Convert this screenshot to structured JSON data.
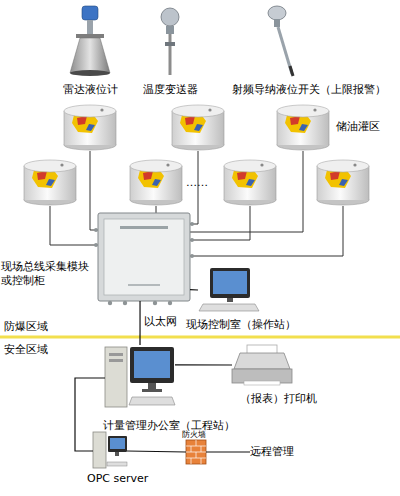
{
  "diagram": {
    "nodes": [
      {
        "text": [
          "雷达液位计"
        ]
      },
      {
        "text": [
          "温度变送器"
        ]
      },
      {
        "text": [
          "射频导纳液位开关（上限报警）"
        ]
      },
      {
        "text": [
          "现场总线采集模块 或控制柜"
        ]
      },
      {
        "text": [
          "现场控制室（操作站）"
        ]
      },
      {
        "text": [
          "计量管理办公室（工程站）"
        ]
      },
      {
        "text": [
          "（报表）打印机"
        ]
      },
      {
        "text": [
          "OPC server"
        ]
      },
      {
        "text": [
          "防火墙"
        ]
      },
      {
        "text": [
          "远程管理"
        ]
      }
    ],
    "edges": [
      {
        "from": 3,
        "to": 4,
        "arrow": "none"
      },
      {
        "from": 3,
        "to": 5,
        "label": "以太网",
        "arrow": "none"
      },
      {
        "from": 5,
        "to": 6,
        "arrow": "none"
      },
      {
        "from": 5,
        "to": 7,
        "arrow": "none"
      },
      {
        "from": 7,
        "to": 8,
        "arrow": "none"
      },
      {
        "from": 8,
        "to": 9,
        "arrow": "none"
      }
    ],
    "labels": [
      "储油灌区",
      "……",
      "防爆区域",
      "安全区域"
    ]
  }
}
